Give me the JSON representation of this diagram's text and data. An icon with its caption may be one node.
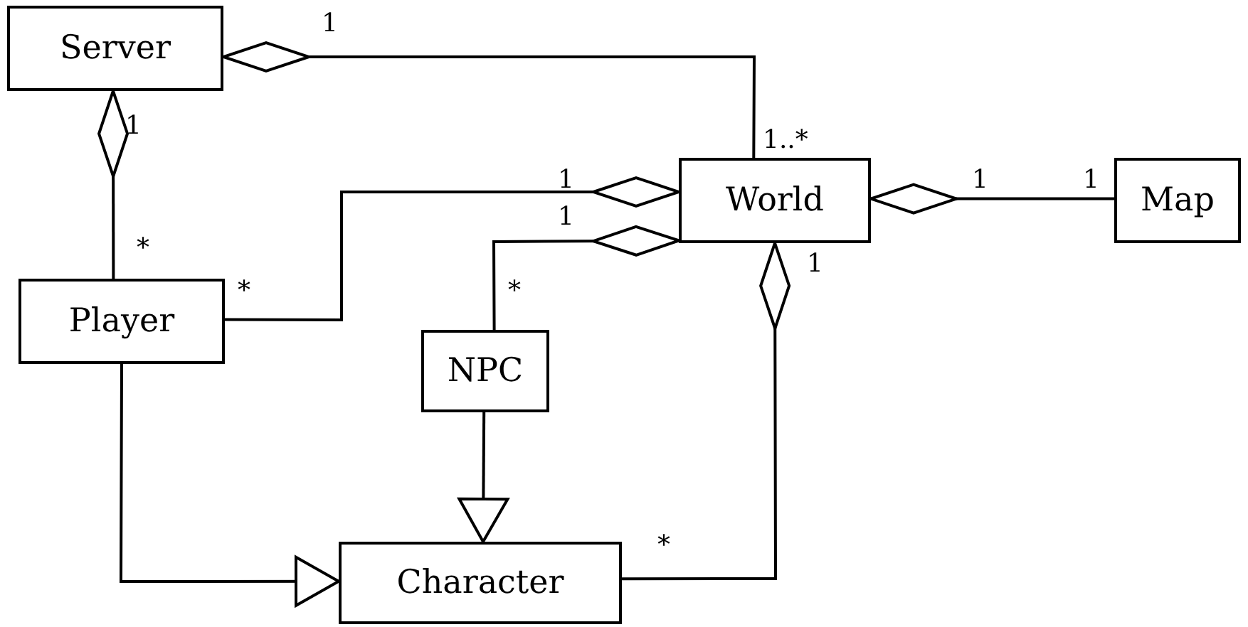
{
  "diagram": {
    "nodes": [
      {
        "text": [
          "Server"
        ]
      },
      {
        "text": [
          "World"
        ]
      },
      {
        "text": [
          "Map"
        ]
      },
      {
        "text": [
          "Player"
        ]
      },
      {
        "text": [
          "NPC"
        ]
      },
      {
        "text": [
          "Character"
        ]
      }
    ],
    "edges": [
      {
        "from": 1,
        "to": 0,
        "arrow": "other"
      },
      {
        "from": 3,
        "to": 0,
        "arrow": "other"
      },
      {
        "from": 3,
        "to": 1,
        "arrow": "other"
      },
      {
        "from": 4,
        "to": 1,
        "arrow": "other"
      },
      {
        "from": 2,
        "to": 1,
        "arrow": "other"
      },
      {
        "from": 5,
        "to": 1,
        "arrow": "other"
      },
      {
        "from": 4,
        "to": 5,
        "arrow": "to"
      },
      {
        "from": 3,
        "to": 5,
        "arrow": "to"
      }
    ],
    "labels": [
      "1",
      "1",
      "1",
      "1..*",
      "1",
      "1",
      "*",
      "1",
      "*",
      "1",
      "*",
      "*"
    ]
  }
}
